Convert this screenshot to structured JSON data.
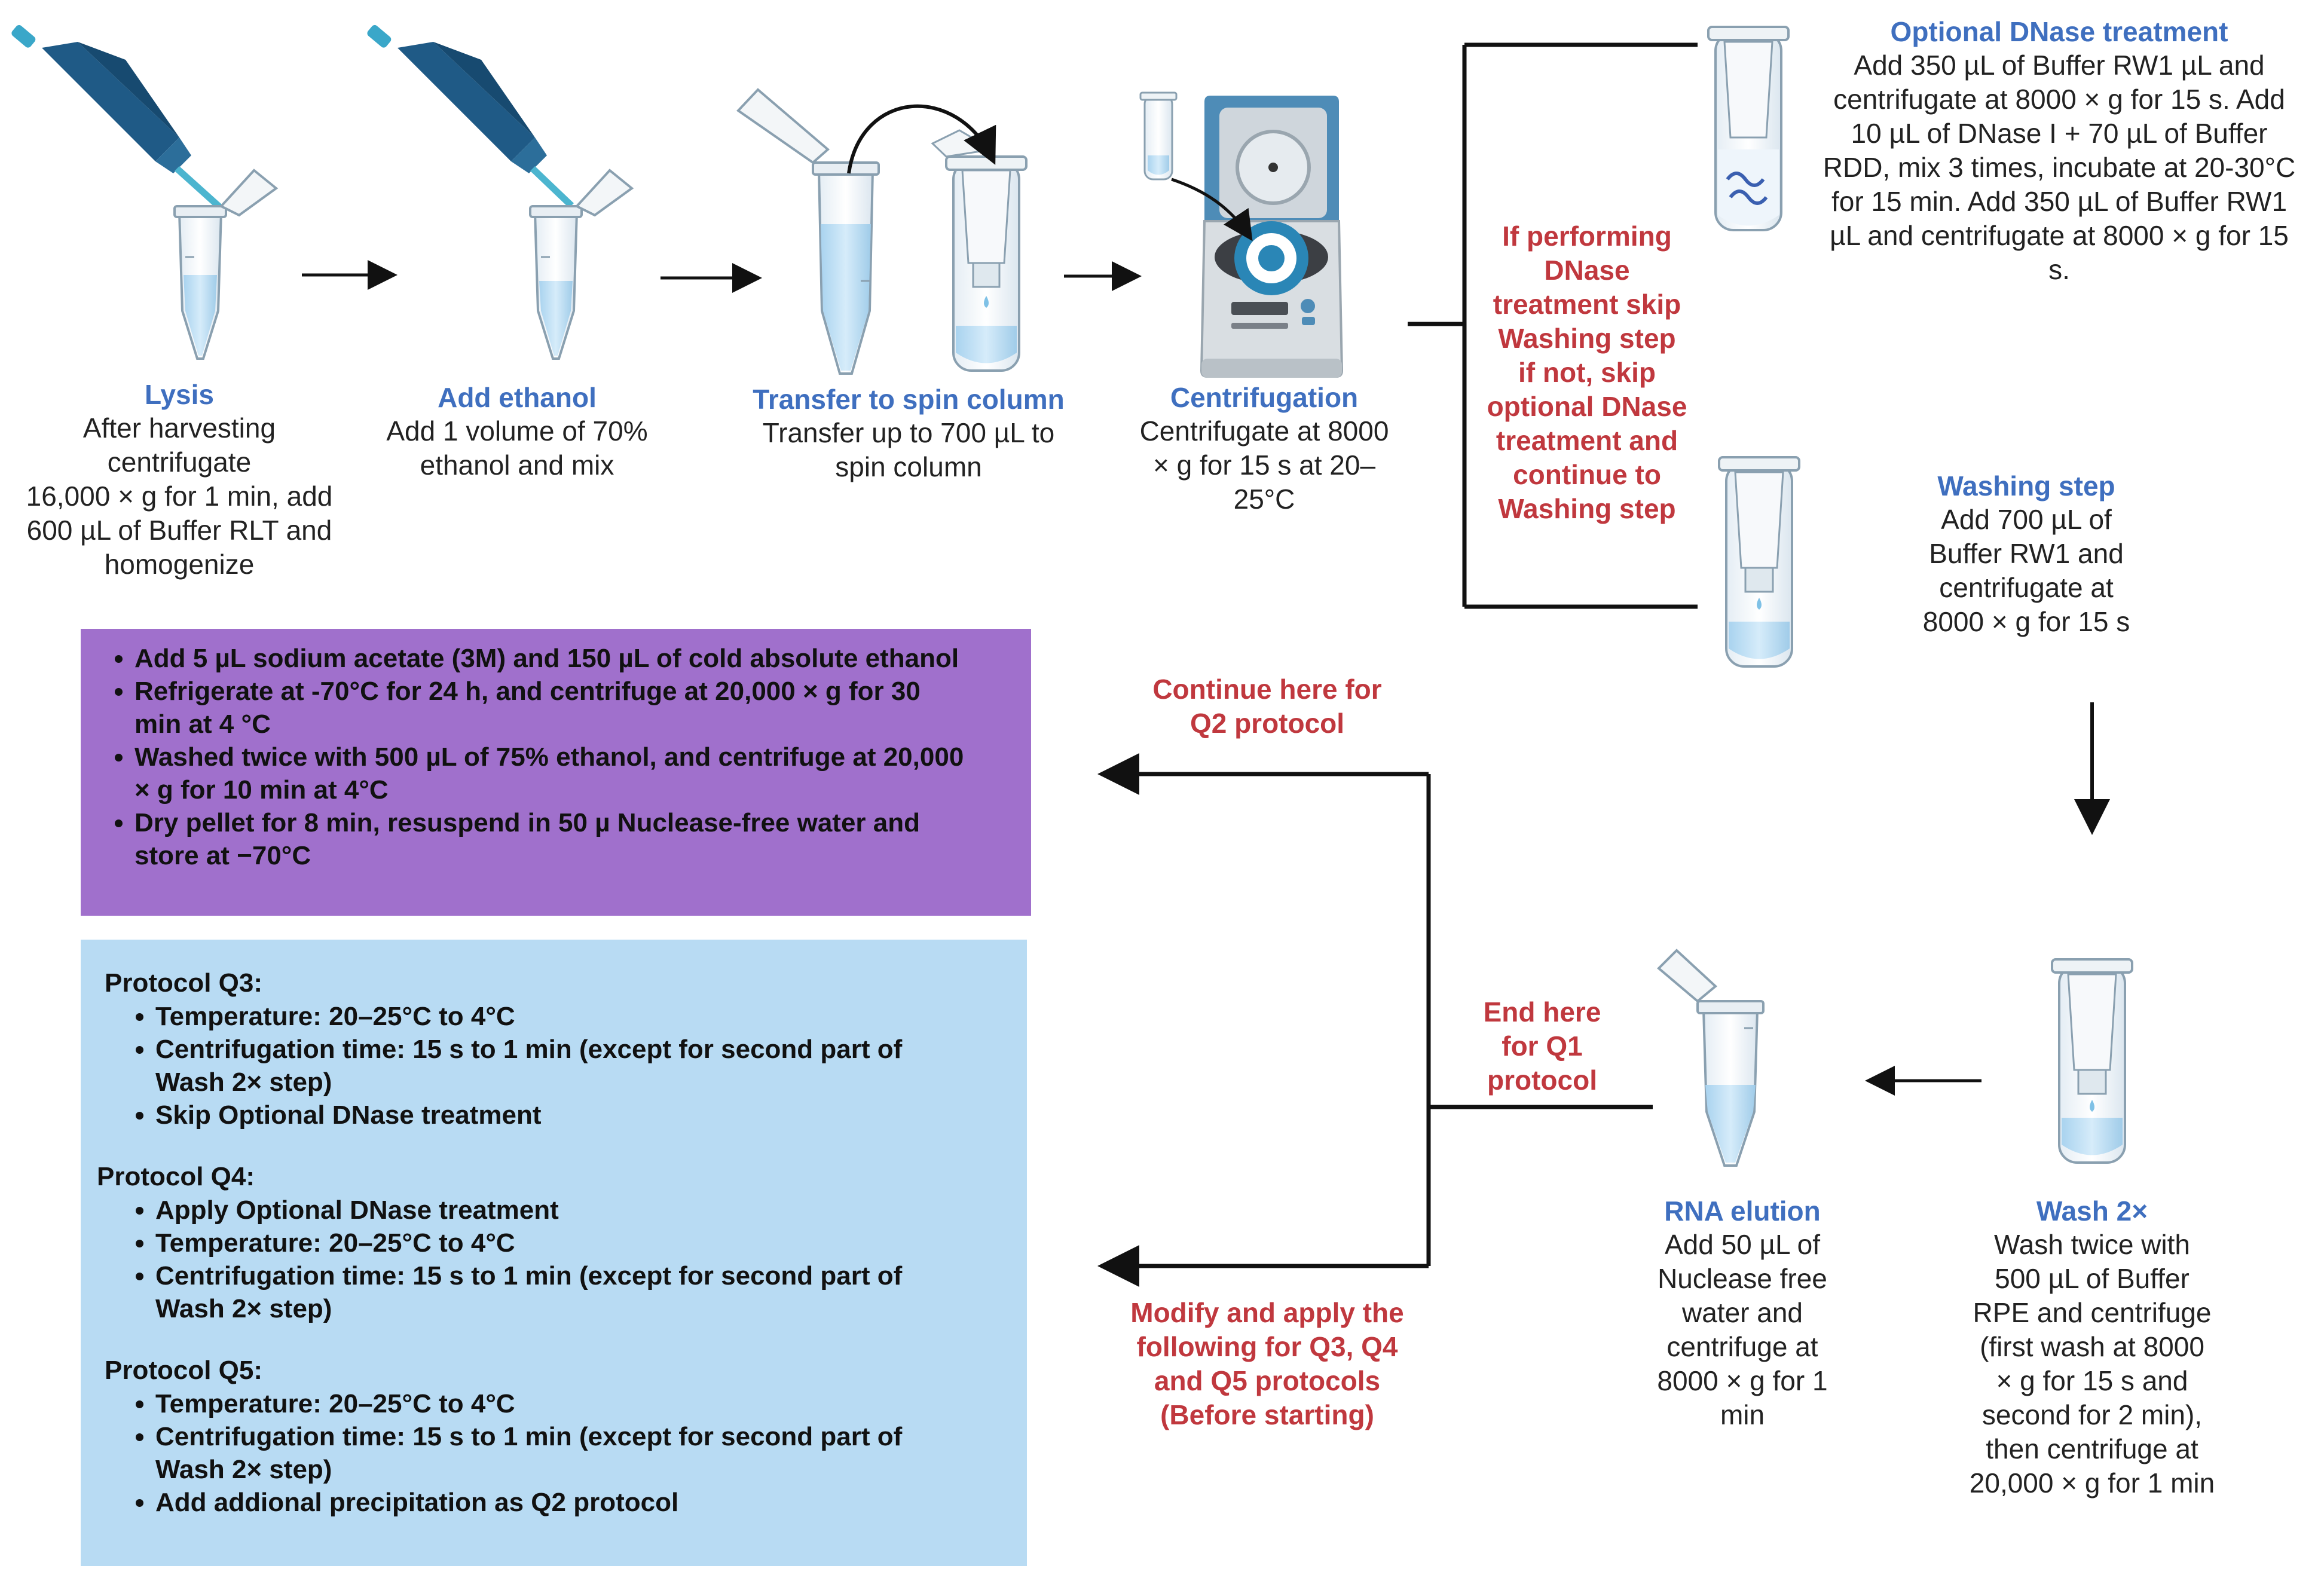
{
  "steps": {
    "lysis": {
      "title": "Lysis",
      "text": [
        "After harvesting",
        "centrifugate",
        "16,000 × g for 1 min, add",
        "600 µL of Buffer RLT and",
        "homogenize"
      ]
    },
    "ethanol": {
      "title": "Add ethanol",
      "text": [
        "Add 1 volume of 70%",
        "ethanol and mix"
      ]
    },
    "transfer": {
      "title": "Transfer to spin column",
      "text": [
        "Transfer up to 700 µL to",
        "spin column"
      ]
    },
    "centrifugation": {
      "title": "Centrifugation",
      "text": [
        "Centrifugate at 8000",
        "× g for 15 s at 20–",
        "25°C"
      ]
    },
    "dnase": {
      "title": "Optional DNase treatment",
      "text": [
        "Add 350 µL of Buffer RW1 µL and",
        "centrifugate at 8000 × g for 15 s. Add",
        "10 µL of DNase I + 70 µL of Buffer",
        "RDD, mix 3 times, incubate at 20-30°C",
        "for 15 min. Add 350 µL of Buffer RW1",
        "µL and centrifugate at 8000 × g for 15",
        "s."
      ]
    },
    "washing": {
      "title": "Washing step",
      "text": [
        "Add 700 µL of",
        "Buffer RW1 and",
        "centrifugate at",
        "8000 × g for 15 s"
      ]
    },
    "wash2x": {
      "title": "Wash 2×",
      "text": [
        "Wash twice with",
        "500 µL of Buffer",
        "RPE and centrifuge",
        "(first wash at 8000",
        "× g for 15 s and",
        "second for 2 min),",
        "then centrifuge at",
        "20,000 × g for 1 min"
      ]
    },
    "elution": {
      "title": "RNA elution",
      "text": [
        "Add 50 µL of",
        "Nuclease free",
        "water and",
        "centrifuge at",
        "8000 × g for 1",
        "min"
      ]
    }
  },
  "notes": {
    "dnase_choice": [
      "If performing",
      "DNase",
      "treatment skip",
      "Washing step",
      "if not, skip",
      "optional DNase",
      "treatment and",
      "continue to",
      "Washing step"
    ],
    "q2": [
      "Continue here for",
      "Q2 protocol"
    ],
    "q1": [
      "End here",
      "for Q1",
      "protocol"
    ],
    "q345": [
      "Modify and apply the",
      "following for Q3, Q4",
      "and Q5 protocols",
      "(Before starting)"
    ]
  },
  "purple_box": {
    "items": [
      "Add 5 µL sodium acetate (3M) and 150 µL of cold absolute ethanol",
      "Refrigerate at -70°C for 24 h, and centrifuge at 20,000 × g for 30 min at 4 °C",
      "Washed twice with 500 µL of 75% ethanol, and centrifuge at 20,000 × g for 10 min at 4°C",
      "Dry pellet for 8 min, resuspend in 50 µ Nuclease-free water and store at −70°C"
    ]
  },
  "blue_box": {
    "protocols": [
      {
        "title": "Protocol Q3:",
        "items": [
          "Temperature: 20–25°C to 4°C",
          "Centrifugation time: 15 s to 1 min (except for second part of Wash 2× step)",
          "Skip Optional DNase treatment"
        ]
      },
      {
        "title": "Protocol Q4:",
        "items": [
          "Apply Optional DNase treatment",
          "Temperature: 20–25°C to 4°C",
          "Centrifugation time: 15 s to 1 min (except for second part of Wash 2× step)"
        ]
      },
      {
        "title": "Protocol Q5:",
        "items": [
          "Temperature: 20–25°C to 4°C",
          "Centrifugation time: 15 s to 1 min (except for second part of Wash 2× step)",
          "Add addional precipitation as Q2 protocol"
        ]
      }
    ]
  },
  "colors": {
    "title_blue": "#3f6fbf",
    "note_red": "#c0383e",
    "purple": "#a070cc",
    "light_blue": "#b8dbf3",
    "pipette": "#1f5a86"
  }
}
